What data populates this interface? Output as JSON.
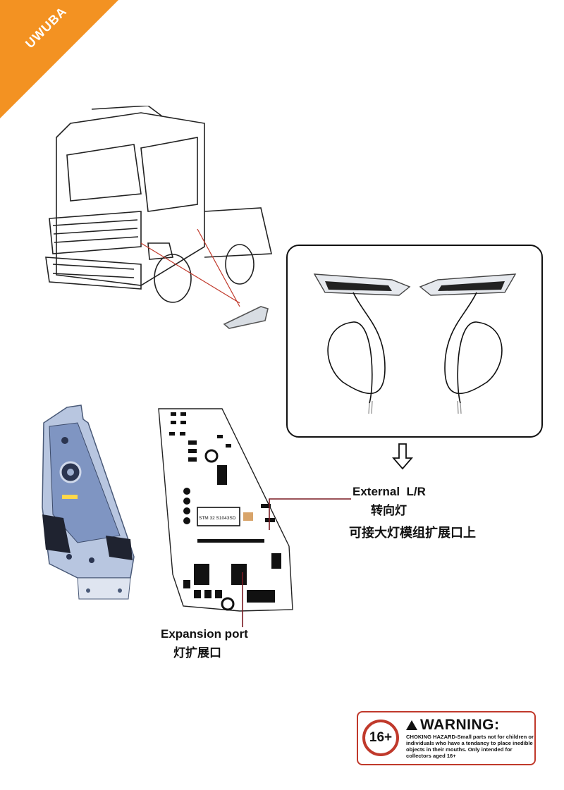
{
  "brand": {
    "name": "UWUBA",
    "corner_color": "#f39222"
  },
  "external": {
    "label_en": "External  L/R",
    "label_cn": "转向灯",
    "note_cn": "可接大灯模组扩展口上"
  },
  "expansion": {
    "label_en": "Expansion port",
    "label_cn": "灯扩展口"
  },
  "pcb": {
    "chip_label": "STM 32 S1043SD"
  },
  "warning": {
    "age": "16+",
    "title": "WARNING:",
    "body": "CHOKING HAZARD-Small parts not for children or individuals who have a tendancy to place inedible objects in their mouths. Only intended for collectors aged 16+",
    "accent": "#c0392b"
  }
}
